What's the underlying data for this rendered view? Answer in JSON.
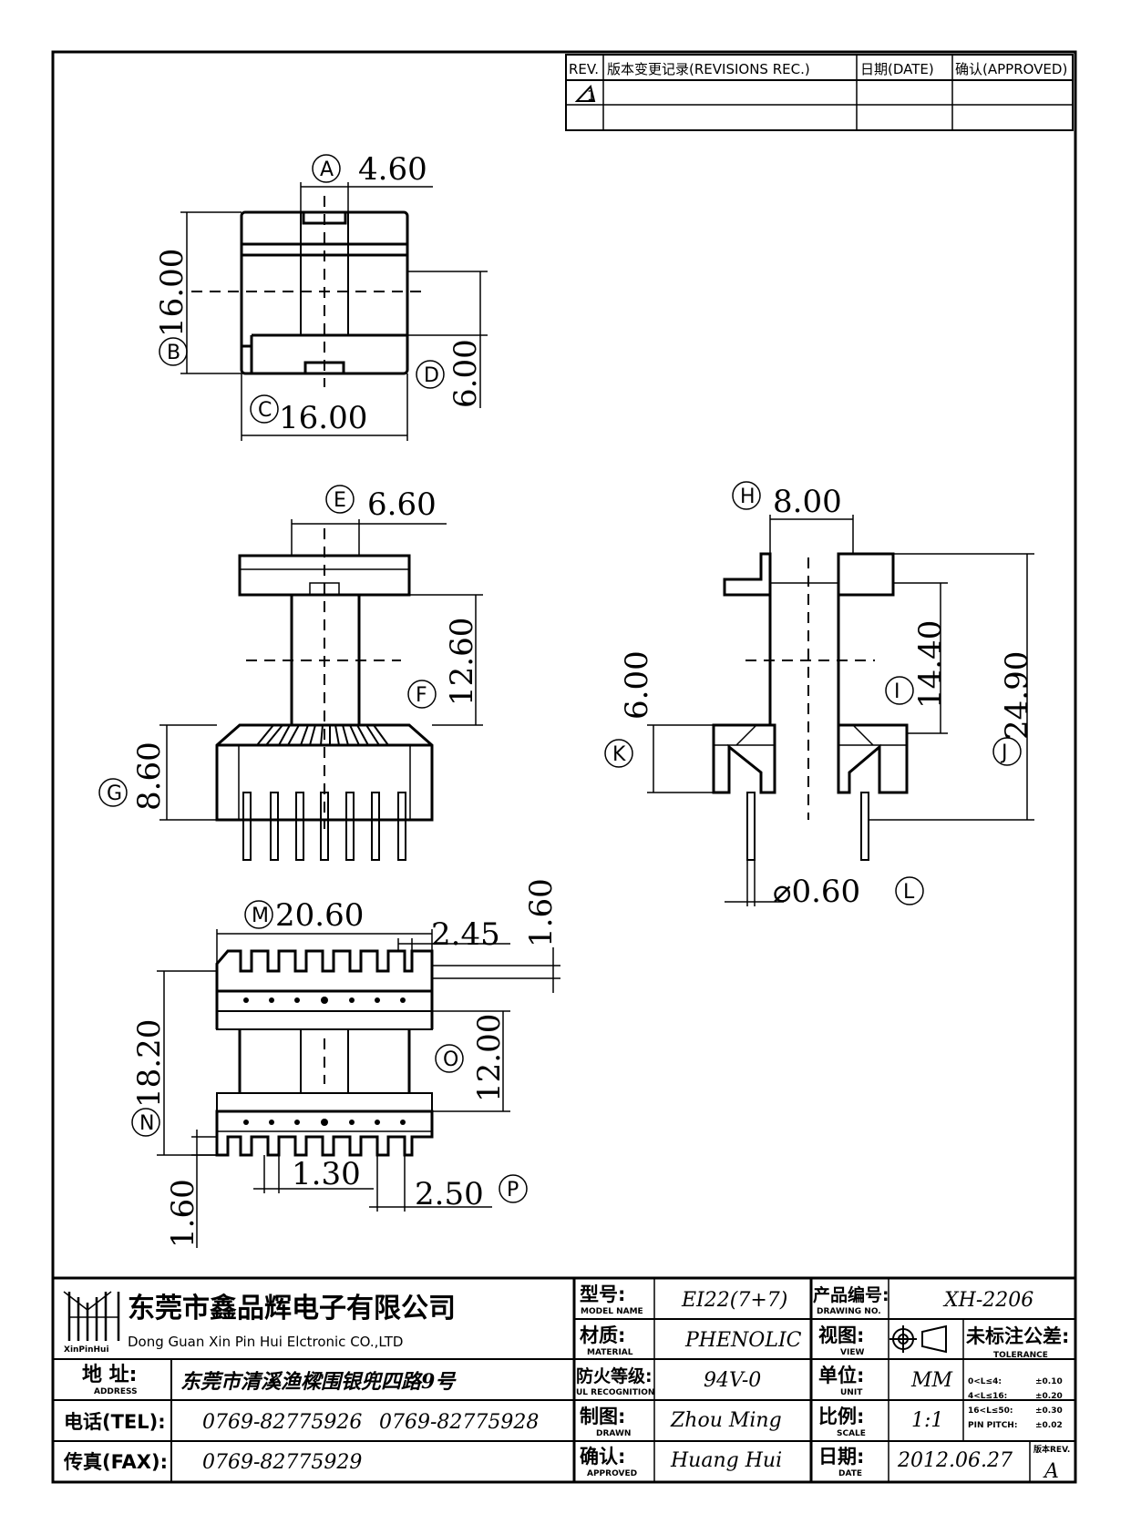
{
  "revision_table": {
    "headers": [
      "REV.",
      "版本变更记录(REVISIONS REC.)",
      "日期(DATE)",
      "确认(APPROVED)"
    ],
    "rev_mark": "1"
  },
  "dimensions": {
    "A": {
      "label": "A",
      "value": "4.60"
    },
    "B": {
      "label": "B",
      "value": "16.00"
    },
    "C": {
      "label": "C",
      "value": "16.00"
    },
    "D": {
      "label": "D",
      "value": "6.00"
    },
    "E": {
      "label": "E",
      "value": "6.60"
    },
    "F": {
      "label": "F",
      "value": "12.60"
    },
    "G": {
      "label": "G",
      "value": "8.60"
    },
    "H": {
      "label": "H",
      "value": "8.00"
    },
    "I": {
      "label": "I",
      "value": "14.40"
    },
    "J": {
      "label": "J",
      "value": "24.90"
    },
    "K": {
      "label": "K",
      "value": "6.00"
    },
    "L": {
      "label": "L",
      "value": "⌀0.60"
    },
    "M": {
      "label": "M",
      "value": "20.60"
    },
    "N": {
      "label": "N",
      "value": "18.20"
    },
    "O": {
      "label": "O",
      "value": "12.00"
    },
    "P": {
      "label": "P",
      "value": "2.50"
    },
    "extra_2_45": "2.45",
    "extra_1_60_top": "1.60",
    "extra_1_60_bottom": "1.60",
    "extra_1_30": "1.30"
  },
  "title_block": {
    "company_cn": "东莞市鑫品辉电子有限公司",
    "company_en": "Dong Guan Xin Pin Hui Elctronic CO.,LTD",
    "logo_text": "XinPinHui",
    "address_label_cn": "地 址:",
    "address_label_en": "ADDRESS",
    "address": "东莞市清溪渔樑围银兜四路9号",
    "tel_label": "电话(TEL):",
    "tel1": "0769-82775926",
    "tel2": "0769-82775928",
    "fax_label": "传真(FAX):",
    "fax": "0769-82775929",
    "model_label_cn": "型号:",
    "model_label_en": "MODEL NAME",
    "model": "EI22(7+7)",
    "material_label_cn": "材质:",
    "material_label_en": "MATERIAL",
    "material": "PHENOLIC",
    "ul_label_cn": "防火等级:",
    "ul_label_en": "UL RECOGNITION",
    "ul": "94V-0",
    "drawn_label_cn": "制图:",
    "drawn_label_en": "DRAWN",
    "drawn": "Zhou Ming",
    "approved_label_cn": "确认:",
    "approved_label_en": "APPROVED",
    "approved": "Huang Hui",
    "drawing_no_label_cn": "产品编号:",
    "drawing_no_label_en": "DRAWING NO.",
    "drawing_no": "XH-2206",
    "view_label_cn": "视图:",
    "view_label_en": "VIEW",
    "unit_label_cn": "单位:",
    "unit_label_en": "UNIT",
    "unit": "MM",
    "scale_label_cn": "比例:",
    "scale_label_en": "SCALE",
    "scale": "1:1",
    "date_label_cn": "日期:",
    "date_label_en": "DATE",
    "date": "2012.06.27",
    "tolerance_title_cn": "未标注公差:",
    "tolerance_title_en": "TOLERANCE",
    "tolerance_rows": [
      {
        "range": "0<L≤4:",
        "value": "±0.10"
      },
      {
        "range": "4<L≤16:",
        "value": "±0.20"
      },
      {
        "range": "16<L≤50:",
        "value": "±0.30"
      },
      {
        "range": "PIN PITCH:",
        "value": "±0.02"
      }
    ],
    "rev_label": "版本REV.",
    "rev": "A"
  }
}
